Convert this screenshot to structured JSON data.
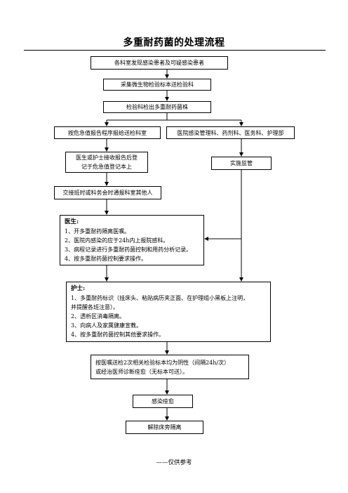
{
  "title": "多重耐药菌的处理流程",
  "boxes": {
    "discover": "各科室发现感染患者及可疑感染患者",
    "collect": "采集微生物检验标本送检验科",
    "detect": "检验科检出多重耐药菌株",
    "report": "按危急值报告程序报给送检科室",
    "departments": "医院感染管理科、药剂科、医务科、护理部",
    "receive": [
      "医生或护士接收报告后登",
      "记于危急值登记本上"
    ],
    "supervise": "实施监管",
    "handover": "交接班时或科务会时通报科室其他人",
    "doctor": {
      "heading": "医生:",
      "lines": [
        "1、开多重耐药隔离医嘱。",
        "2、医院内感染的应于24h内上报院感科。",
        "3、病程记录进行多重耐药菌控制和用药分析记录。",
        "4、按多重耐药菌控制要求操作。"
      ]
    },
    "nurse": {
      "heading": "护士:",
      "lines": [
        "1、多重耐药标识（挂床头、粘贴病历夹正面、在护理组小黑板上注明，",
        "并提醒各班注意）。",
        "2、透析区消毒隔离。",
        "3、向病人及家属健康宣教。",
        "4、按多重耐药菌控制其他要求操作。"
      ]
    },
    "followup": [
      "按医嘱送检2次相关检验标本均为阴性（间隔24h/次）",
      "或经治医师诊断痊愈（无标本可送）。"
    ],
    "cured": "感染痊愈",
    "release": "解除床旁隔离"
  },
  "footer": "——仅供参考"
}
